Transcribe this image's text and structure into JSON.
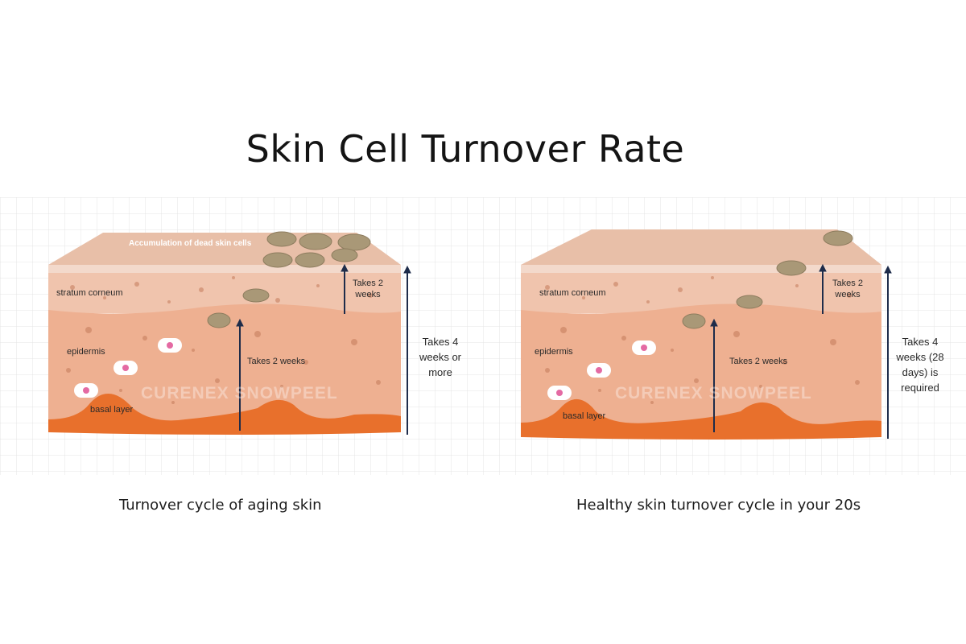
{
  "title": "Skin Cell Turnover Rate",
  "colors": {
    "surface": "#e8bfa8",
    "corneum": "#f0c4ad",
    "epidermis": "#eeb091",
    "basal": "#e8702c",
    "arrow": "#1e2c4a",
    "dead_cells": "#a99877"
  },
  "panels": [
    {
      "accumulation_label": "Accumulation of dead skin cells",
      "corneum_label": "stratum corneum",
      "epidermis_label": "epidermis",
      "basal_label": "basal layer",
      "short_arrow_label": "Takes 2 weeks",
      "mid_arrow_label": "Takes 2 weeks",
      "long_arrow_label": "Takes 4 weeks or more",
      "watermark": "CURENEX SNOWPEEL",
      "caption": "Turnover cycle of aging skin"
    },
    {
      "corneum_label": "stratum corneum",
      "epidermis_label": "epidermis",
      "basal_label": "basal layer",
      "short_arrow_label": "Takes 2 weeks",
      "mid_arrow_label": "Takes 2 weeks",
      "long_arrow_label": "Takes 4 weeks (28 days) is required",
      "watermark": "CURENEX SNOWPEEL",
      "caption": "Healthy skin turnover cycle in your 20s"
    }
  ]
}
